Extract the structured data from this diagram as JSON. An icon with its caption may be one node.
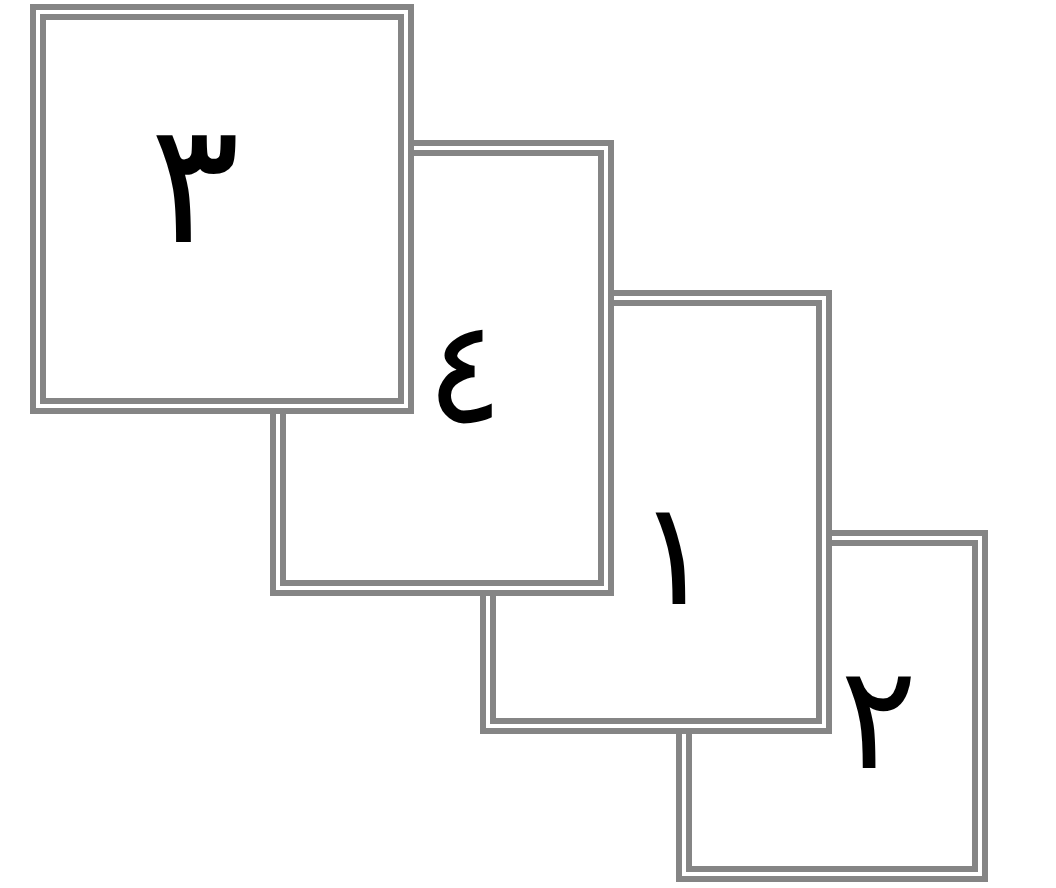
{
  "diagram": {
    "nodes": [
      {
        "text": [
          "٣"
        ]
      },
      {
        "text": [
          "٤"
        ]
      },
      {
        "text": [
          "١"
        ]
      },
      {
        "text": [
          "٢"
        ]
      }
    ]
  }
}
